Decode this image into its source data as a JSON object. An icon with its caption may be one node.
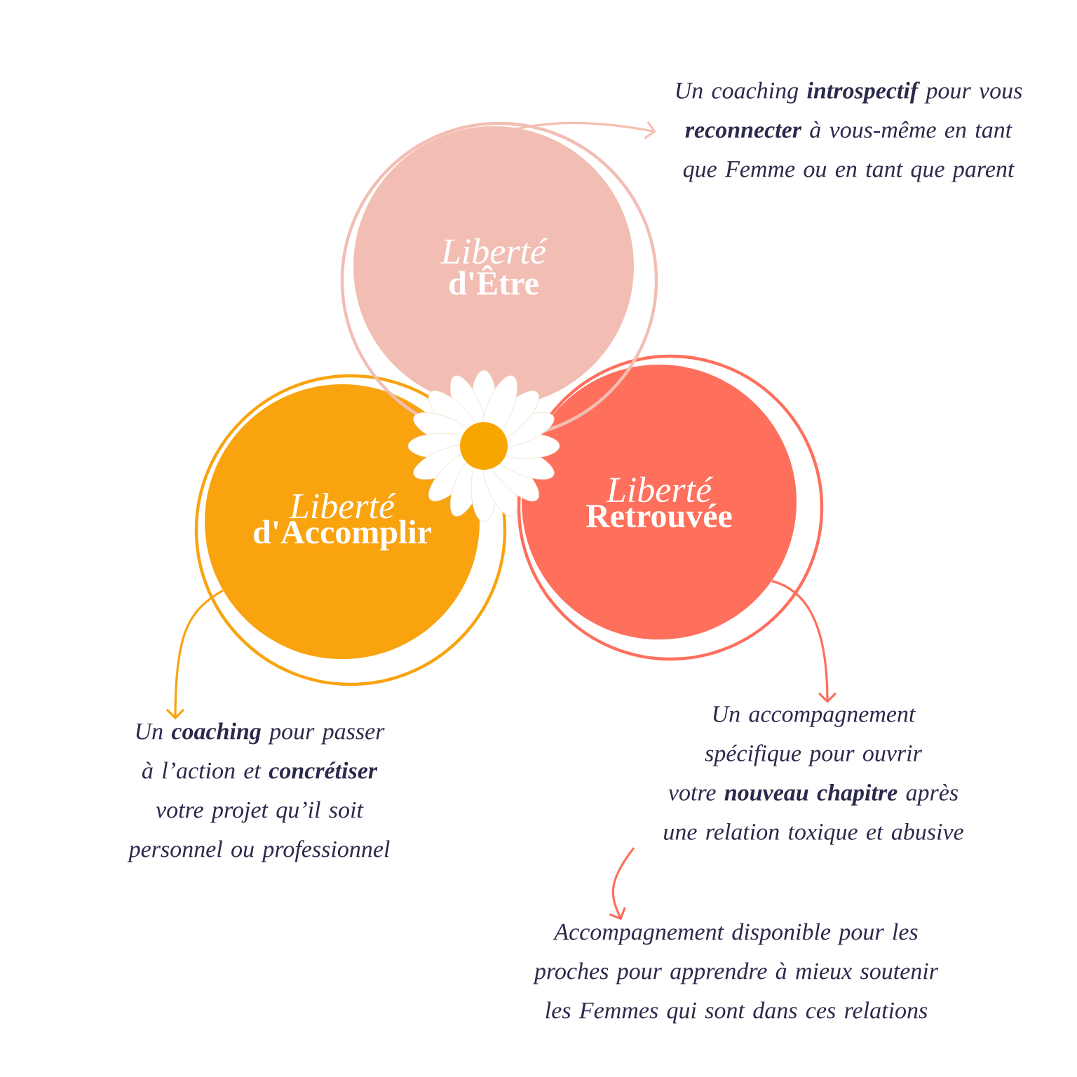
{
  "diagram": {
    "nodes": [
      {
        "text": [
          "Liberté",
          "d'Être"
        ]
      },
      {
        "text": [
          "Liberté",
          "d'Accomplir"
        ]
      },
      {
        "text": [
          "Liberté",
          "Retrouvée"
        ]
      },
      {
        "text": [
          "Un coaching **introspectif** pour vous **reconnecter** à vous-même en tant que Femme ou en tant que parent"
        ]
      },
      {
        "text": [
          "Un **coaching** pour passer à l’action et **concrétiser** votre projet qu’il soit personnel ou professionnel"
        ]
      },
      {
        "text": [
          "Un accompagnement spécifique pour ouvrir votre **nouveau chapitre** après une relation toxique et abusive"
        ]
      },
      {
        "text": [
          "Accompagnement disponible pour les proches pour apprendre à mieux soutenir les Femmes qui sont dans ces relations"
        ]
      }
    ],
    "edges": [
      {
        "from": 0,
        "to": 3,
        "arrow": "to",
        "color": "#f4bfb2"
      },
      {
        "from": 1,
        "to": 4,
        "arrow": "to",
        "color": "#f9a30f"
      },
      {
        "from": 2,
        "to": 5,
        "arrow": "to",
        "color": "#fe6f5c"
      },
      {
        "from": 5,
        "to": 6,
        "arrow": "to",
        "color": "#fe6f5c"
      }
    ]
  }
}
